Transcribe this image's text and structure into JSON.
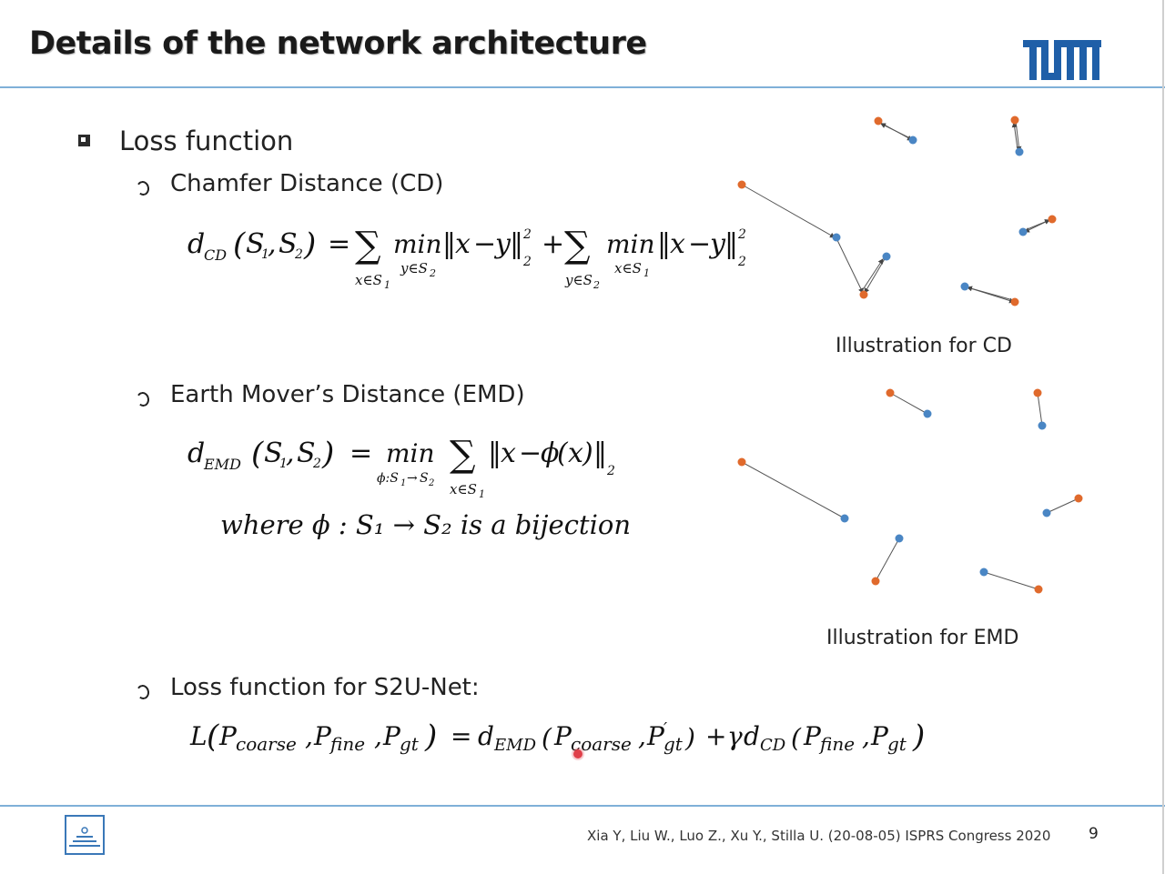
{
  "slide": {
    "title": "Details of the network architecture",
    "logo_text": "TUM",
    "page_number": "9",
    "footer": "Xia Y, Liu W., Luo Z., Xu Y., Stilla U.  (20-08-05) ISPRS Congress 2020"
  },
  "content": {
    "heading": "Loss function",
    "items": [
      {
        "label": "Chamfer Distance (CD)"
      },
      {
        "label": "Earth Mover’s Distance (EMD)"
      },
      {
        "label": "Loss function for S2U-Net:"
      }
    ],
    "emd_note": "where ϕ : S₁ → S₂ is a bijection"
  },
  "illustrations": {
    "cd_caption": "Illustration for CD",
    "emd_caption": "Illustration for EMD"
  },
  "colors": {
    "orange_point": "#e06a2c",
    "blue_point": "#4a86c4",
    "rule": "#7fb0d8"
  }
}
